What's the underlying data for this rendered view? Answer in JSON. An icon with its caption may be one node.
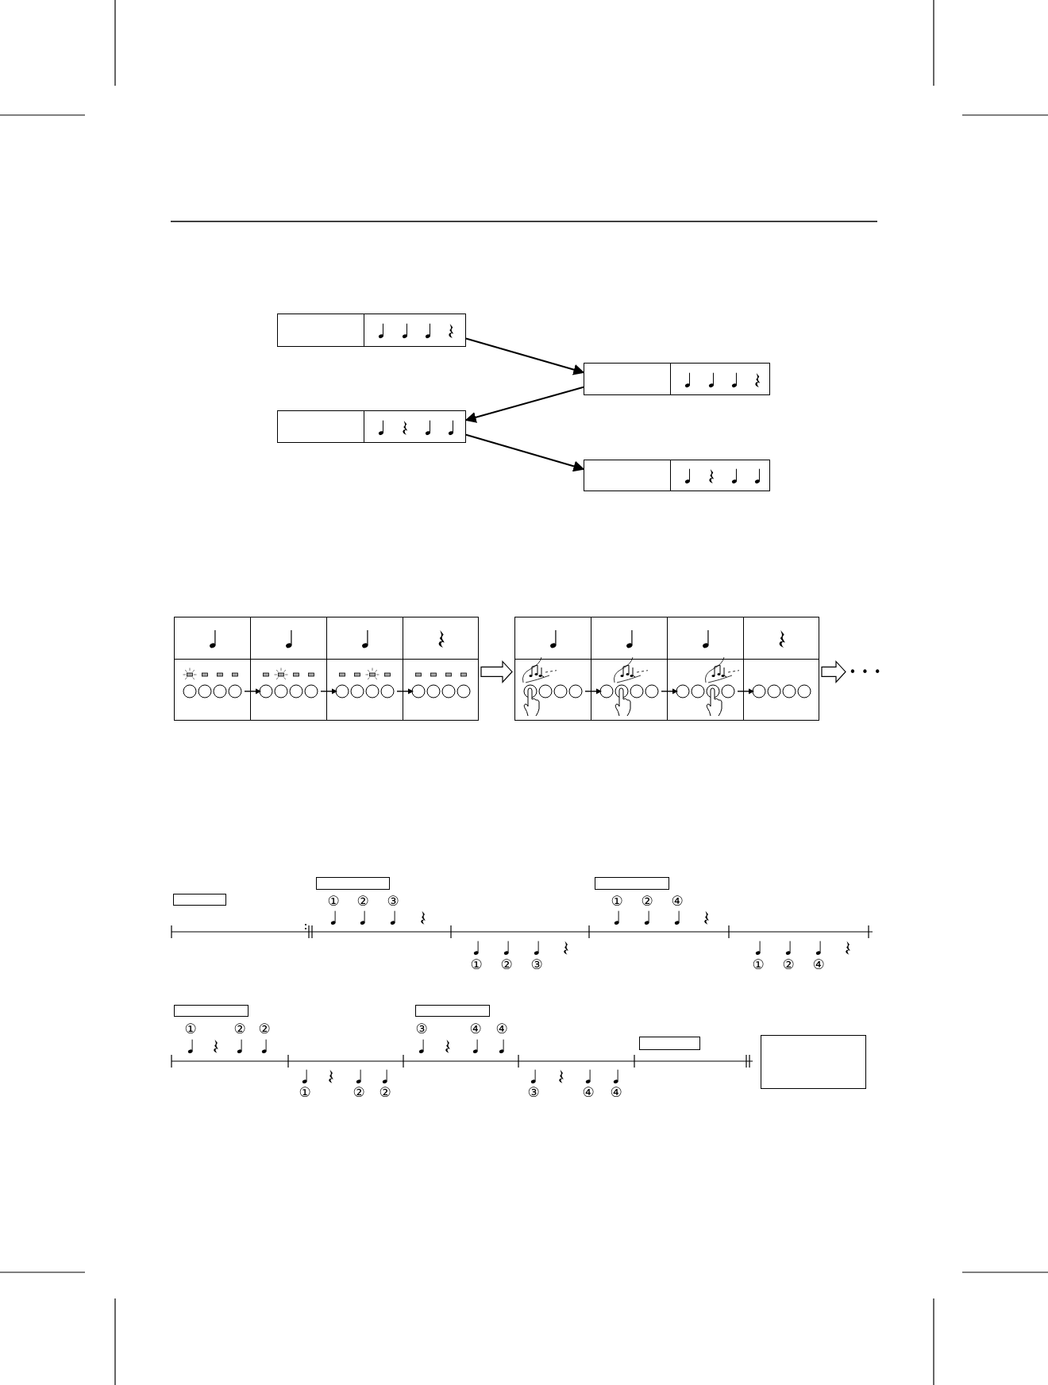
{
  "diagram": {
    "nodes": [
      {
        "text": [],
        "shape": "box"
      },
      {
        "text": [],
        "shape": "box"
      },
      {
        "text": [],
        "shape": "box"
      },
      {
        "text": [],
        "shape": "box"
      },
      {
        "text": [],
        "shape": "box"
      },
      {
        "text": [],
        "shape": "box"
      },
      {
        "text": [
          "• • •"
        ]
      },
      {
        "text": [],
        "shape": "box"
      },
      {
        "text": [],
        "shape": "box"
      },
      {
        "text": [],
        "shape": "box"
      },
      {
        "text": [],
        "shape": "box"
      },
      {
        "text": [],
        "shape": "box"
      },
      {
        "text": [],
        "shape": "box"
      },
      {
        "text": [],
        "shape": "box"
      }
    ],
    "edges": [
      {
        "from": 0,
        "to": 1,
        "arrow": "to"
      },
      {
        "from": 1,
        "to": 2,
        "arrow": "to"
      },
      {
        "from": 2,
        "to": 3,
        "arrow": "to"
      },
      {
        "from": 4,
        "to": 5,
        "arrow": "to",
        "style": "thick"
      },
      {
        "from": 5,
        "to": 6,
        "arrow": "to",
        "style": "thick"
      }
    ],
    "labels": [
      "①",
      "②",
      "③",
      "①",
      "②",
      "④",
      "①",
      "②",
      "③",
      "①",
      "②",
      "④",
      "①",
      "②",
      "②",
      "③",
      "④",
      "④",
      "①",
      "②",
      "②",
      "③",
      "④",
      "④"
    ]
  }
}
